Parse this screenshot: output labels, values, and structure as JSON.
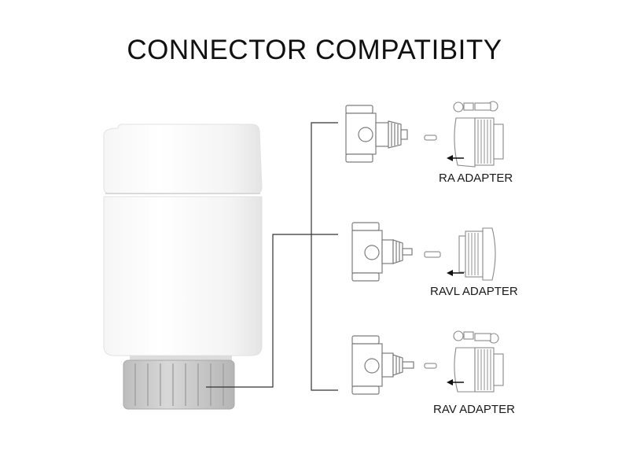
{
  "title": "CONNECTOR COMPATIBITY",
  "adapters": [
    {
      "label": "RA ADAPTER"
    },
    {
      "label": "RAVL ADAPTER"
    },
    {
      "label": "RAV ADAPTER"
    }
  ],
  "colors": {
    "line": "#333333",
    "body": "#ffffff",
    "body_shadow": "#e6e6e6",
    "nut": "#c9c9c9",
    "drawing": "#8a8a8a"
  }
}
